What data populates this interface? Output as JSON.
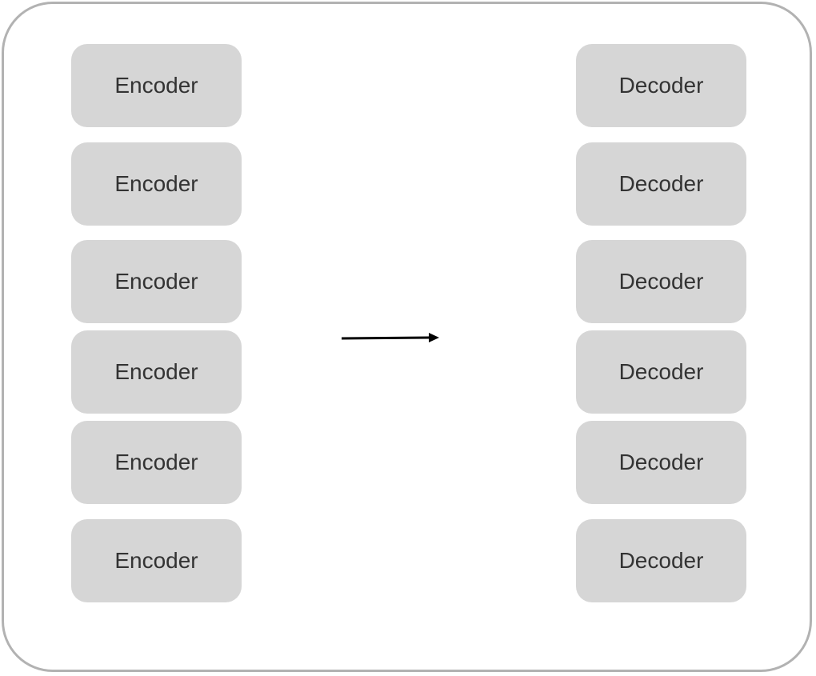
{
  "encoders": [
    {
      "label": "Encoder"
    },
    {
      "label": "Encoder"
    },
    {
      "label": "Encoder"
    },
    {
      "label": "Encoder"
    },
    {
      "label": "Encoder"
    },
    {
      "label": "Encoder"
    }
  ],
  "decoders": [
    {
      "label": "Decoder"
    },
    {
      "label": "Decoder"
    },
    {
      "label": "Decoder"
    },
    {
      "label": "Decoder"
    },
    {
      "label": "Decoder"
    },
    {
      "label": "Decoder"
    }
  ],
  "colors": {
    "frame_border": "#b2b2b2",
    "block_fill": "#d6d6d6",
    "block_text": "#333333",
    "arrow": "#000000"
  },
  "icons": {
    "connector": "right-arrow-icon"
  }
}
